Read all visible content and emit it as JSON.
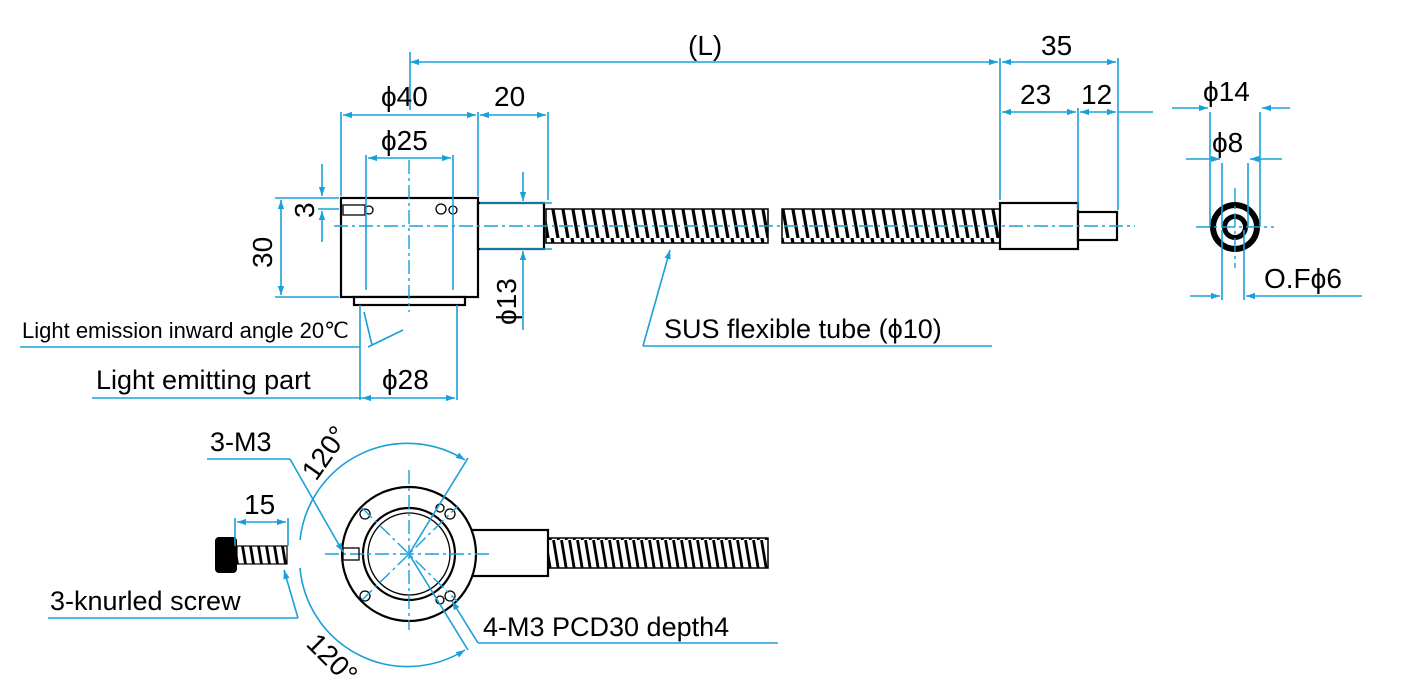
{
  "dimensions": {
    "length_L": "(L)",
    "d40": "ϕ40",
    "d20": "20",
    "d25": "ϕ25",
    "d35": "35",
    "d23": "23",
    "d12": "12",
    "d14": "ϕ14",
    "d8": "ϕ8",
    "d3": "3",
    "d30": "30",
    "d13": "ϕ13",
    "d28": "ϕ28",
    "of6": "O.Fϕ6",
    "d15": "15",
    "a120_top": "120°",
    "a120_bottom": "120°"
  },
  "labels": {
    "flex_tube": "SUS flexible tube (ϕ10)",
    "emission_angle": "Light emission inward angle 20℃",
    "emitting_part": "Light emitting part",
    "m3": "3-M3",
    "knurled": "3-knurled screw",
    "pcd": "4-M3 PCD30 depth4"
  },
  "colors": {
    "dimension_line": "#1aa0d8",
    "outline": "#000000"
  }
}
